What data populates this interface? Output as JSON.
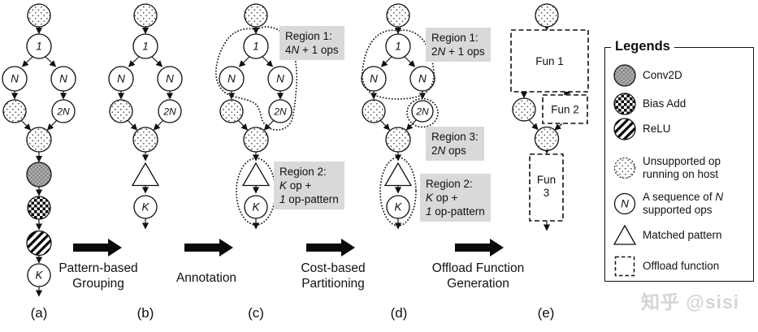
{
  "colors": {
    "region_label_bg": "#d9d9d9",
    "ink": "#111111",
    "watermark_gray": "#d5d5d5"
  },
  "nodes": {
    "one": "1",
    "n": "N",
    "two_n": "2N",
    "k": "K"
  },
  "funs": {
    "fun1": "Fun 1",
    "fun2": "Fun 2",
    "fun3_l1": "Fun",
    "fun3_l2": "3"
  },
  "regions": {
    "c1": {
      "title": "Region 1:",
      "num": "4",
      "var": "N",
      "rest": " + 1 ops"
    },
    "c2": {
      "title": "Region 2:",
      "var": "K",
      "rest": " op +",
      "num2": "1",
      "rest2": " op-pattern"
    },
    "d1": {
      "title": "Region 1:",
      "num": "2",
      "var": "N",
      "rest": " + 1 ops"
    },
    "d3": {
      "title": "Region 3:",
      "num": "2",
      "var": "N",
      "rest": " ops"
    },
    "d2": {
      "title": "Region 2:",
      "var": "K",
      "rest": " op +",
      "num2": "1",
      "rest2": " op-pattern"
    }
  },
  "stages": {
    "s1a": "Pattern-based",
    "s1b": "Grouping",
    "s2a": "Annotation",
    "s3a": "Cost-based",
    "s3b": "Partitioning",
    "s4a": "Offload Function",
    "s4b": "Generation"
  },
  "column_labels": {
    "a": "(a)",
    "b": "(b)",
    "c": "(c)",
    "d": "(d)",
    "e": "(e)"
  },
  "legend": {
    "title": "Legends",
    "conv2d": "Conv2D",
    "bias_add": "Bias Add",
    "relu": "ReLU",
    "unsupported_l1": "Unsupported op",
    "unsupported_l2": "running on host",
    "sequence_l1_pre": "A sequence of ",
    "sequence_var": "N",
    "sequence_l2": "supported ops",
    "matched": "Matched pattern",
    "offload": "Offload function",
    "n_symbol": "N"
  },
  "watermark": "知乎 @sisi"
}
